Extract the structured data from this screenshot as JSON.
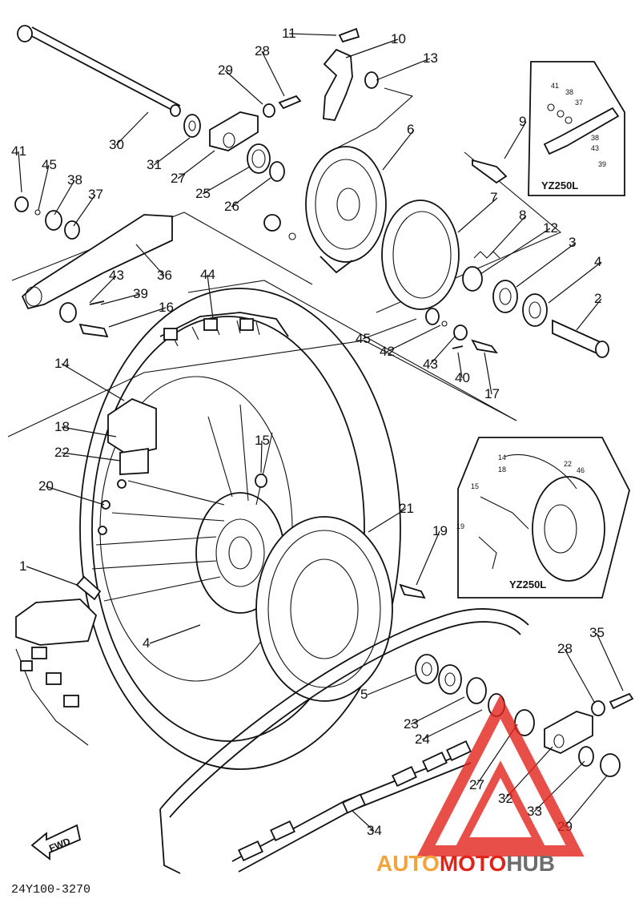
{
  "diagram_code": "24Y100-3270",
  "direction_label": "FWD",
  "insets": [
    {
      "caption": "YZ250L",
      "labels": [
        "41",
        "38",
        "37",
        "38",
        "43",
        "39"
      ]
    },
    {
      "caption": "YZ250L",
      "labels": [
        "14",
        "18",
        "15",
        "19",
        "22",
        "46"
      ]
    }
  ],
  "watermark": {
    "part1": "AUTO",
    "part2": "MOTO",
    "part3": "HUB",
    "color_red": "#e2231a",
    "color_orange": "#f4a23a",
    "color_gray": "#6d6d6d"
  },
  "callouts": [
    "11",
    "10",
    "13",
    "28",
    "29",
    "30",
    "31",
    "27",
    "25",
    "26",
    "6",
    "9",
    "7",
    "8",
    "12",
    "3",
    "4",
    "2",
    "41",
    "45",
    "38",
    "37",
    "36",
    "43",
    "39",
    "16",
    "44",
    "45",
    "42",
    "43",
    "40",
    "17",
    "14",
    "18",
    "22",
    "15",
    "20",
    "21",
    "19",
    "1",
    "4",
    "5",
    "23",
    "24",
    "27",
    "32",
    "33",
    "29",
    "28",
    "35",
    "34"
  ]
}
